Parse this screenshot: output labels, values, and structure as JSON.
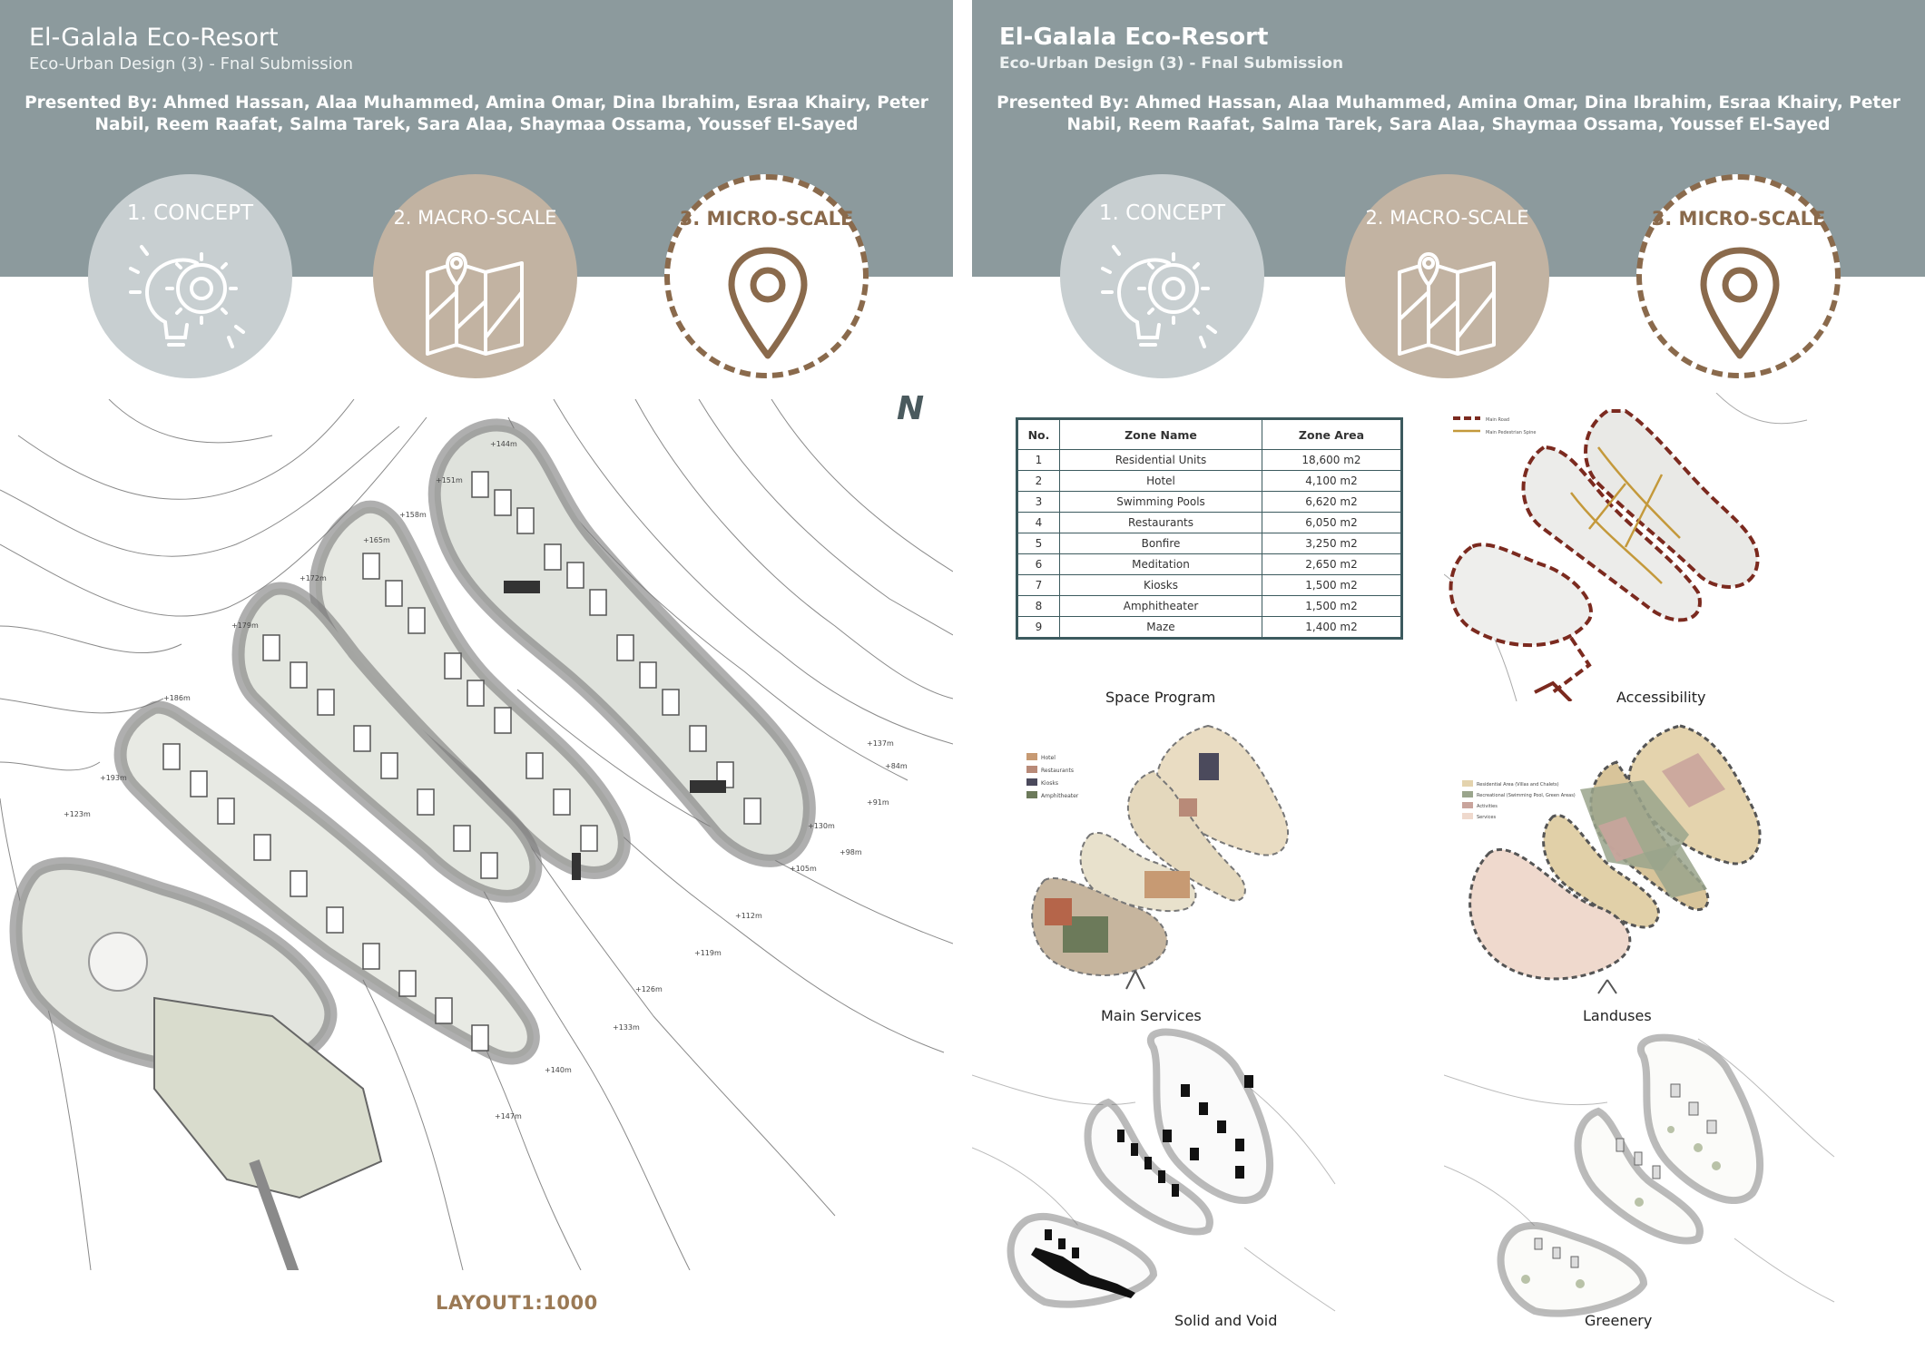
{
  "header": {
    "title": "El-Galala Eco-Resort",
    "subtitle": "Eco-Urban Design (3) - Fnal Submission",
    "presenters": "Presented By: Ahmed Hassan, Alaa Muhammed, Amina Omar, Dina Ibrahim, Esraa Khairy, Peter Nabil, Reem Raafat, Salma Tarek, Sara Alaa, Shaymaa Ossama, Youssef El-Sayed"
  },
  "steps": [
    {
      "label": "1. CONCEPT",
      "icon": "lightbulb-gear-icon"
    },
    {
      "label": "2. MACRO-SCALE",
      "icon": "map-pin-icon"
    },
    {
      "label": "3. MICRO-SCALE",
      "icon": "location-pin-icon"
    }
  ],
  "colors": {
    "header_band": "#8c9a9d",
    "concept_circle": "#c8cfd1",
    "macro_circle": "#c2b3a2",
    "micro_accent": "#8a6a4c",
    "table_border": "#3c5a5e"
  },
  "left_sheet": {
    "north_label": "N",
    "layout_label": "LAYOUT1:1000",
    "contour_labels": [
      "+144m",
      "+151m",
      "+158m",
      "+165m",
      "+172m",
      "+179m",
      "+186m",
      "+193m",
      "+137m",
      "+130m",
      "+123m",
      "+112m",
      "+119m",
      "+126m",
      "+133m",
      "+140m",
      "+147m",
      "+105m",
      "+98m",
      "+91m",
      "+84m"
    ]
  },
  "right_sheet": {
    "space_program": {
      "headers": [
        "No.",
        "Zone Name",
        "Zone Area"
      ],
      "rows": [
        [
          "1",
          "Residential Units",
          "18,600 m2"
        ],
        [
          "2",
          "Hotel",
          "4,100 m2"
        ],
        [
          "3",
          "Swimming Pools",
          "6,620 m2"
        ],
        [
          "4",
          "Restaurants",
          "6,050 m2"
        ],
        [
          "5",
          "Bonfire",
          "3,250 m2"
        ],
        [
          "6",
          "Meditation",
          "2,650 m2"
        ],
        [
          "7",
          "Kiosks",
          "1,500 m2"
        ],
        [
          "8",
          "Amphitheater",
          "1,500 m2"
        ],
        [
          "9",
          "Maze",
          "1,400 m2"
        ]
      ]
    },
    "captions": {
      "space_program": "Space Program",
      "accessibility": "Accessibility",
      "main_services": "Main Services",
      "landuses": "Landuses",
      "solid_void": "Solid and Void",
      "greenery": "Greenery"
    },
    "accessibility_legend": [
      "Main Road",
      "Main Pedestrian Spine"
    ],
    "services_legend": [
      {
        "label": "Hotel",
        "color": "#c79a73"
      },
      {
        "label": "Restaurants",
        "color": "#b88a78"
      },
      {
        "label": "Kiosks",
        "color": "#4b4a5c"
      },
      {
        "label": "Amphitheater",
        "color": "#6c7a5a"
      }
    ],
    "landuse_legend": [
      {
        "label": "Residential Area (Villas and Chalets)",
        "color": "#e4d3ad"
      },
      {
        "label": "Recreational (Swimming Pool, Green Areas)",
        "color": "#9aa58c"
      },
      {
        "label": "Activities",
        "color": "#c9a49c"
      },
      {
        "label": "Services",
        "color": "#efd9cd"
      }
    ]
  }
}
